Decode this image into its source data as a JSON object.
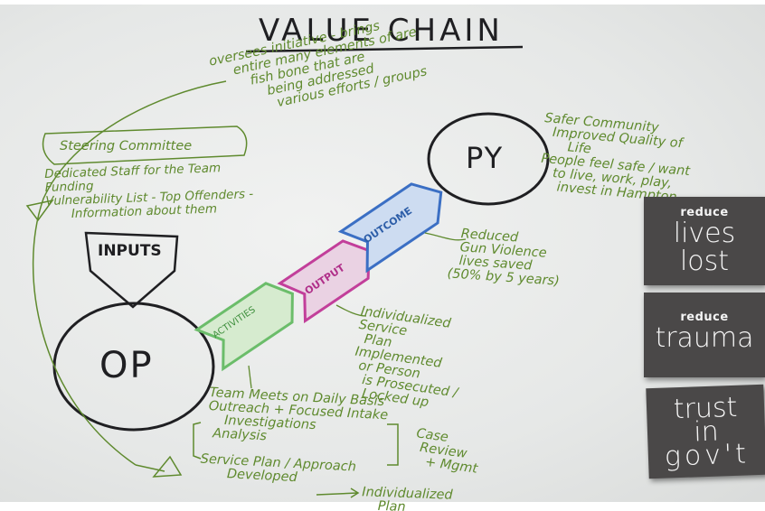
{
  "title": "VALUE CHAIN",
  "nodes": {
    "op": "OP",
    "py": "PY",
    "inputs": "INPUTS"
  },
  "arrows": {
    "activities": "ACTIVITIES",
    "output": "OUTPUT",
    "outcome": "OUTCOME"
  },
  "notes": {
    "oversees": [
      "oversees initiative - brings",
      "entire many elements of are",
      "fish bone that are",
      "being addressed",
      "various efforts / groups"
    ],
    "steering_box": "Steering Committee",
    "steering_items": [
      "Dedicated Staff for the Team",
      "Funding",
      "Vulnerability List - Top Offenders -",
      "Information about them"
    ],
    "py_outcome": [
      "Safer Community",
      "Improved Quality of",
      "Life",
      "People feel safe / want",
      "to live, work, play,",
      "invest in Hampton"
    ],
    "reduced": [
      "Reduced",
      "Gun Violence",
      "lives saved",
      "(50% by 5 years)"
    ],
    "output_note": [
      "Individualized",
      "Service",
      "Plan",
      "Implemented",
      "or Person",
      "is Prosecuted /",
      "Locked up"
    ],
    "activities_note": [
      "Team Meets on Daily Basis",
      "Outreach + Focused Intake",
      "Investigations",
      "Analysis",
      "Service Plan / Approach",
      "Developed"
    ],
    "case_review": [
      "Case",
      "Review",
      "+ Mgmt"
    ],
    "individualized_bottom": [
      "Individualized",
      "Plan"
    ]
  },
  "stickies": [
    {
      "sup": "reduce",
      "lines": [
        "lives",
        "lost"
      ]
    },
    {
      "sup": "reduce",
      "lines": [
        "trauma"
      ]
    },
    {
      "sup": "",
      "lines": [
        "trust",
        "in",
        "gov't"
      ]
    }
  ],
  "colors": {
    "ink_green": "#5f8a2e",
    "ink_black": "#1f1f22",
    "activities": "#6bbd6a",
    "output": "#c23f9a",
    "outcome": "#3b6fc4",
    "sticky": "#4a4848"
  }
}
